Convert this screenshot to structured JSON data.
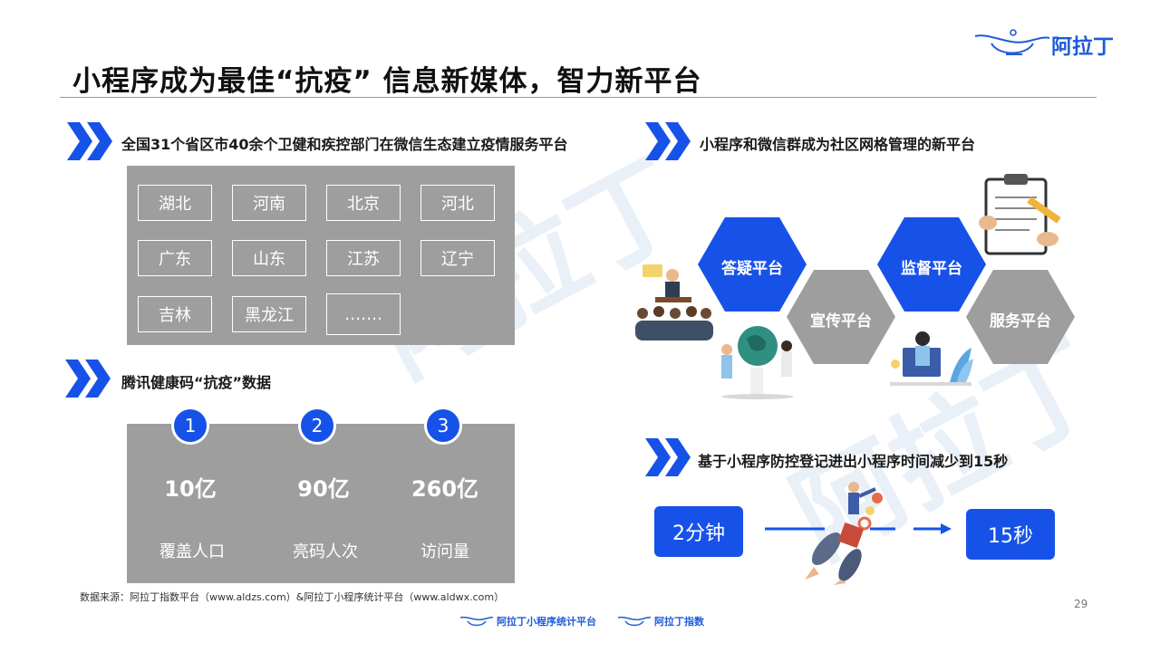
{
  "header": {
    "title": "小程序成为最佳“抗疫” 信息新媒体，智力新平台",
    "logo_text": "阿拉丁"
  },
  "section1": {
    "heading": "全国31个省区市40余个卫健和疾控部门在微信生态建立疫情服务平台",
    "provinces": [
      "湖北",
      "河南",
      "北京",
      "河北",
      "广东",
      "山东",
      "江苏",
      "辽宁",
      "吉林",
      "黑龙江",
      "……."
    ]
  },
  "section2": {
    "heading": "腾讯健康码“抗疫”数据",
    "stats": [
      {
        "num": "1",
        "value": "10亿",
        "label": "覆盖人口"
      },
      {
        "num": "2",
        "value": "90亿",
        "label": "亮码人次"
      },
      {
        "num": "3",
        "value": "260亿",
        "label": "访问量"
      }
    ]
  },
  "section3": {
    "heading": "小程序和微信群成为社区网格管理的新平台",
    "platforms": [
      "答疑平台",
      "宣传平台",
      "监督平台",
      "服务平台"
    ]
  },
  "section4": {
    "heading": "基于小程序防控登记进出小程序时间减少到15秒",
    "before": "2分钟",
    "after": "15秒"
  },
  "footer": {
    "source": "数据来源：阿拉丁指数平台（www.aldzs.com）&阿拉丁小程序统计平台（www.aldwx.com）",
    "page_number": "29",
    "logo1": "阿拉丁小程序统计平台",
    "logo2": "阿拉丁指数"
  },
  "watermark": "阿拉丁",
  "colors": {
    "accent": "#1752e8",
    "grey_panel": "#9e9e9e",
    "hex_grey": "#9e9e9e"
  }
}
